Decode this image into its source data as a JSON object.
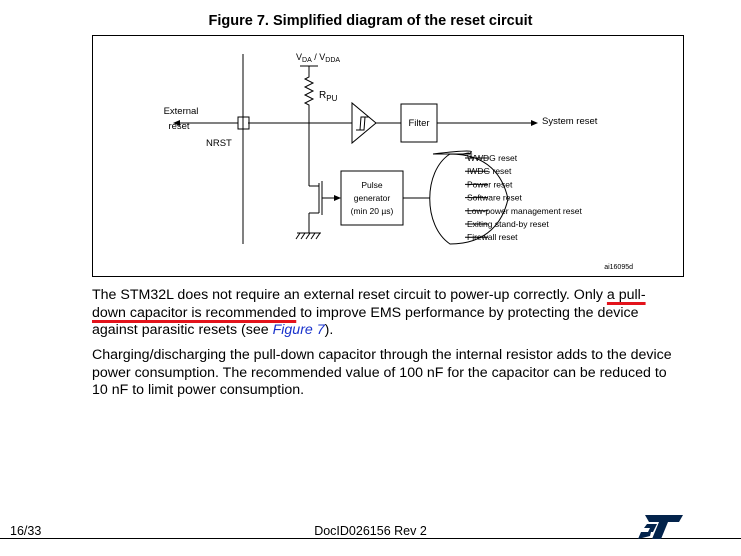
{
  "figure": {
    "title": "Figure 7. Simplified diagram of the reset circuit",
    "labels": {
      "supply_main": "V",
      "supply_sub_1": "DA",
      "supply_mid": " / V",
      "supply_sub_2": "DDA",
      "resistor_main": "R",
      "resistor_sub": "PU",
      "external_line1": "External",
      "external_line2": "reset",
      "pin": "NRST",
      "filter": "Filter",
      "system_reset": "System reset",
      "pulse_line1": "Pulse",
      "pulse_line2": "generator",
      "pulse_line3": "(min 20 µs)",
      "figure_id": "ai16095d"
    },
    "reset_sources": [
      "WWDG reset",
      "IWDG reset",
      "Power reset",
      "Software reset",
      "Low-power management reset",
      "Exiting stand-by reset",
      "Firewall reset"
    ]
  },
  "paragraph1": {
    "before": "The STM32L does not require an external reset circuit to power-up correctly. Only ",
    "highlight": "a pull-down capacitor is recommended",
    "middle": " to improve EMS performance by protecting the device against parasitic resets (see ",
    "link": "Figure 7",
    "after": ")."
  },
  "paragraph2": "Charging/discharging the pull-down capacitor through the internal resistor adds to the device power consumption. The recommended value of 100 nF for the capacitor can be reduced to 10 nF to limit power consumption.",
  "footer": {
    "page": "16/33",
    "doc_id": "DocID026156 Rev 2",
    "logo_colors": {
      "primary": "#03234b"
    }
  },
  "colors": {
    "highlight_underline": "#e3131b",
    "link": "#1a33cc"
  }
}
